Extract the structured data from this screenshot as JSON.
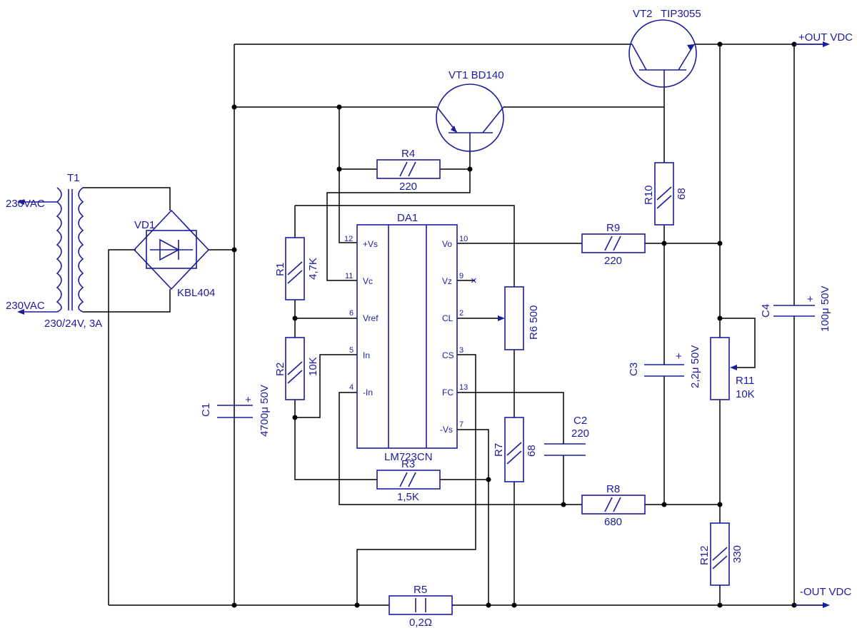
{
  "colors": {
    "component": "#1c1c9e",
    "wire": "#000000",
    "background": "#ffffff"
  },
  "labels": {
    "out_pos": "+OUT VDC",
    "out_neg": "-OUT VDC",
    "ac_in_top": "230VAC",
    "ac_in_bottom": "230VAC",
    "pin_x_mark": "×"
  },
  "components": {
    "T1": {
      "ref": "T1",
      "value": "230/24V, 3A"
    },
    "VD1": {
      "ref": "VD1",
      "value": "KBL404"
    },
    "C1": {
      "ref": "C1",
      "value": "4700μ 50V",
      "polarity": "+"
    },
    "VT1": {
      "ref": "VT1 BD140"
    },
    "VT2": {
      "ref": "VT2",
      "value": "TIP3055"
    },
    "DA1": {
      "ref": "DA1",
      "value": "LM723CN"
    },
    "R1": {
      "ref": "R1",
      "value": "4,7K"
    },
    "R2": {
      "ref": "R2",
      "value": "10K"
    },
    "R3": {
      "ref": "R3",
      "value": "1,5K"
    },
    "R4": {
      "ref": "R4",
      "value": "220"
    },
    "R5": {
      "ref": "R5",
      "value": "0,2Ω"
    },
    "R6": {
      "ref": "R6 500"
    },
    "R7": {
      "ref": "R7",
      "value": "68"
    },
    "R8": {
      "ref": "R8",
      "value": "680"
    },
    "R9": {
      "ref": "R9",
      "value": "220"
    },
    "R10": {
      "ref": "R10",
      "value": "68"
    },
    "R11": {
      "ref": "R11",
      "value": "10K"
    },
    "R12": {
      "ref": "R12",
      "value": "330"
    },
    "C2": {
      "ref": "C2",
      "value": "220"
    },
    "C3": {
      "ref": "C3",
      "value": "2,2μ 50V",
      "polarity": "+"
    },
    "C4": {
      "ref": "C4",
      "value": "100μ 50V",
      "polarity": "+"
    }
  },
  "ic_pins": {
    "left": [
      {
        "num": "12",
        "name": "+Vs"
      },
      {
        "num": "11",
        "name": "Vc"
      },
      {
        "num": "6",
        "name": "Vref"
      },
      {
        "num": "5",
        "name": "In"
      },
      {
        "num": "4",
        "name": "-In"
      }
    ],
    "right": [
      {
        "num": "10",
        "name": "Vo"
      },
      {
        "num": "9",
        "name": "Vz"
      },
      {
        "num": "2",
        "name": "CL"
      },
      {
        "num": "3",
        "name": "CS"
      },
      {
        "num": "13",
        "name": "FC"
      },
      {
        "num": "7",
        "name": "-Vs"
      }
    ]
  }
}
